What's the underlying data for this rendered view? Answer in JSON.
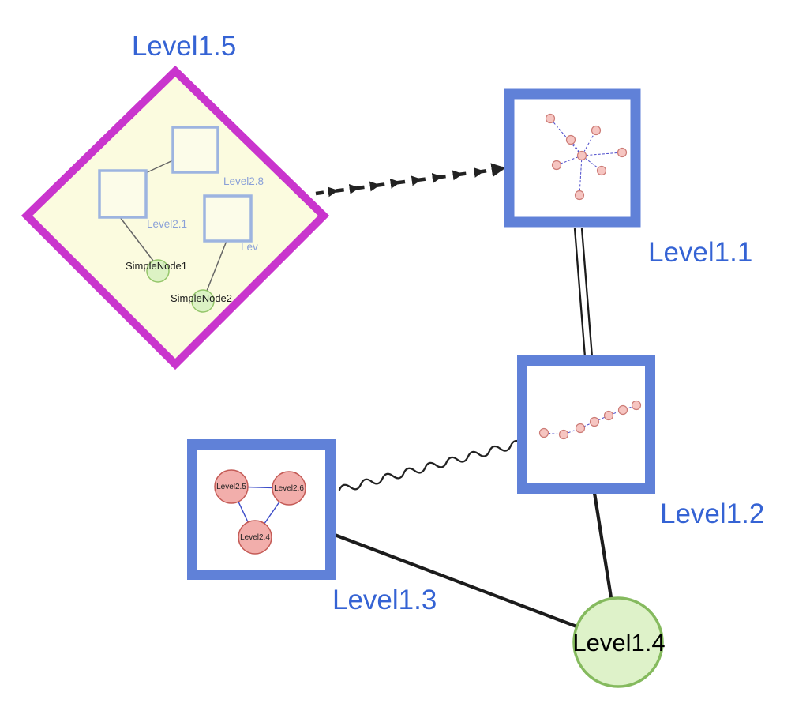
{
  "diagram": {
    "type": "nested-graph",
    "top_level_nodes": [
      {
        "id": "level15",
        "label": "Level1.5",
        "shape": "diamond",
        "border_color": "#c935cd",
        "fill": "#fbfbdf"
      },
      {
        "id": "level11",
        "label": "Level1.1",
        "shape": "square",
        "border_color": "#6081d8",
        "fill": "#ffffff"
      },
      {
        "id": "level12",
        "label": "Level1.2",
        "shape": "square",
        "border_color": "#6081d8",
        "fill": "#ffffff"
      },
      {
        "id": "level13",
        "label": "Level1.3",
        "shape": "square",
        "border_color": "#6081d8",
        "fill": "#ffffff"
      },
      {
        "id": "level14",
        "label": "Level1.4",
        "shape": "circle",
        "border_color": "#85ba5e",
        "fill": "#def2c9"
      }
    ],
    "edges": [
      {
        "from": "Level1.5",
        "to": "Level1.1",
        "style": "bold-dashed-arrowheads"
      },
      {
        "from": "Level1.1",
        "to": "Level1.2",
        "style": "double-parallel-line"
      },
      {
        "from": "Level1.3",
        "to": "Level1.2",
        "style": "wavy-line"
      },
      {
        "from": "Level1.3",
        "to": "Level1.4",
        "style": "solid-line"
      },
      {
        "from": "Level1.2",
        "to": "Level1.4",
        "style": "solid-line"
      }
    ],
    "level15_children": {
      "squares": [
        "Level2.1",
        "Level2.8",
        "Lev"
      ],
      "green_nodes": [
        "SimpleNode1",
        "SimpleNode2"
      ]
    },
    "level13_children": [
      "Level2.5",
      "Level2.6",
      "Level2.4"
    ],
    "level11_subgraph": {
      "description": "star of small pink nodes joined by dashed blue edges",
      "node_count": 8
    },
    "level12_subgraph": {
      "description": "rising chain of small pink nodes joined by dashed blue edges",
      "node_count": 7
    }
  },
  "labels": {
    "level15": "Level1.5",
    "level11": "Level1.1",
    "level12": "Level1.2",
    "level13": "Level1.3",
    "level14": "Level1.4",
    "level21": "Level2.1",
    "level28": "Level2.8",
    "lev_truncated": "Lev",
    "simplenode1": "SimpleNode1",
    "simplenode2": "SimpleNode2",
    "level25": "Level2.5",
    "level26": "Level2.6",
    "level24": "Level2.4"
  },
  "colors": {
    "label_blue": "#3563d4",
    "node_border_blue": "#6081d8",
    "inner_square_border": "#9db4e0",
    "diamond_border": "#c935cd",
    "diamond_fill": "#fbfbdf",
    "green_fill": "#def2c9",
    "green_border": "#85ba5e",
    "pink_fill": "#f2aeab",
    "pink_border": "#c45b56",
    "mini_edge_blue": "#4d4dcc",
    "edge_black": "#1c1c1c",
    "background": "#ffffff"
  }
}
